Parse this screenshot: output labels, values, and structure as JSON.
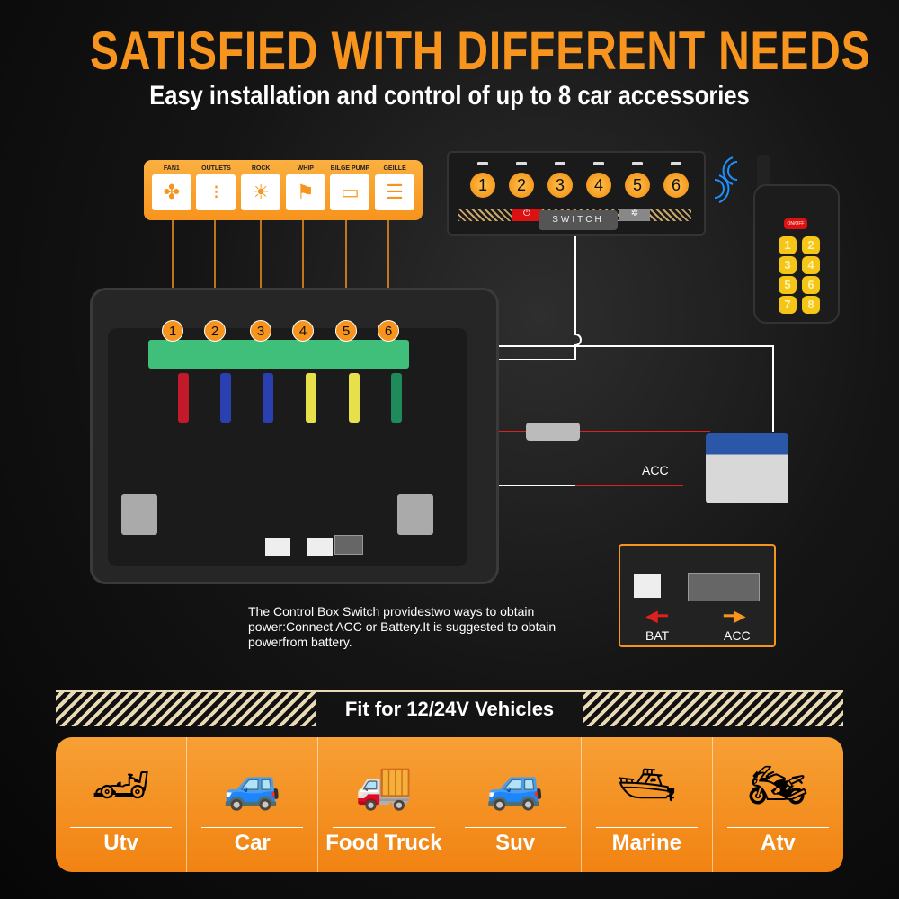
{
  "header": {
    "title": "SATISFIED WITH DIFFERENT NEEDS",
    "subtitle": "Easy installation and control of up to 8 car accessories"
  },
  "accessories": [
    {
      "label": "FAN1",
      "icon": "fan-icon"
    },
    {
      "label": "OUTLETS",
      "icon": "outlet-icon"
    },
    {
      "label": "ROCK",
      "icon": "rock-light-icon"
    },
    {
      "label": "WHIP",
      "icon": "whip-flag-icon"
    },
    {
      "label": "BILGE PUMP",
      "icon": "pump-icon"
    },
    {
      "label": "GEILLE",
      "icon": "grille-light-icon"
    }
  ],
  "switch_panel": {
    "buttons": [
      "1",
      "2",
      "3",
      "4",
      "5",
      "6"
    ],
    "label": "SWITCH"
  },
  "remote": {
    "onoff": "ON/OFF",
    "buttons": [
      "1",
      "2",
      "3",
      "4",
      "5",
      "6",
      "7",
      "8"
    ]
  },
  "terminals": [
    "1",
    "2",
    "3",
    "4",
    "5",
    "6"
  ],
  "wiring": {
    "acc_label": "ACC"
  },
  "inset": {
    "bat": "BAT",
    "acc": "ACC"
  },
  "caption": "The Control Box Switch providestwo ways to obtain power:Connect ACC or Battery.It is suggested to obtain powerfrom battery.",
  "vehicles": {
    "heading": "Fit for 12/24V Vehicles",
    "items": [
      {
        "label": "Utv",
        "icon": "🏎"
      },
      {
        "label": "Car",
        "icon": "🚙"
      },
      {
        "label": "Food Truck",
        "icon": "🚚"
      },
      {
        "label": "Suv",
        "icon": "🚙"
      },
      {
        "label": "Marine",
        "icon": "🛥"
      },
      {
        "label": "Atv",
        "icon": "🏍"
      }
    ]
  },
  "colors": {
    "accent": "#f7941d",
    "terminal": "#3fbf7a"
  }
}
